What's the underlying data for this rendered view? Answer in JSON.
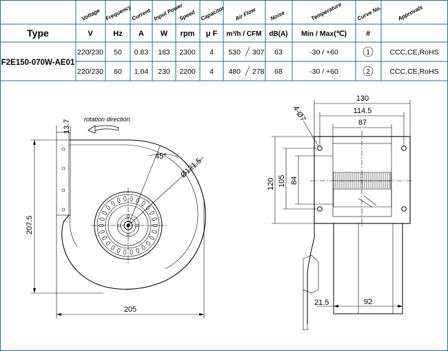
{
  "table": {
    "header_labels": {
      "voltage": "Voltage",
      "frequency": "Frequency",
      "current": "Current",
      "input_power": "Input Power",
      "speed": "Speed",
      "capacitor": "Capacitor",
      "air_flow": "Air Flow",
      "noise": "Noise",
      "temperature": "Temperature",
      "curve_no": "Curve No.",
      "approvals": "Approvals"
    },
    "units": {
      "type": "Type",
      "voltage": "V",
      "frequency": "Hz",
      "current": "A",
      "power": "W",
      "speed": "rpm",
      "capacitor": "μ F",
      "air_flow": "m³/h / CFM",
      "noise": "dB(A)",
      "temperature": "Min / Max(℃)",
      "curve": "#"
    },
    "model": "F2E150-070W-AE01",
    "rows": [
      {
        "voltage": "220/230",
        "frequency": "50",
        "current": "0.83",
        "power": "183",
        "speed": "2300",
        "capacitor": "4",
        "air_flow_m3h": "530",
        "air_flow_cfm": "307",
        "noise": "63",
        "temperature": "-30 / +60",
        "curve": "1",
        "approvals": "CCC,CE,RoHS"
      },
      {
        "voltage": "220/230",
        "frequency": "60",
        "current": "1.04",
        "power": "230",
        "speed": "2200",
        "capacitor": "4",
        "air_flow_m3h": "480",
        "air_flow_cfm": "278",
        "noise": "68",
        "temperature": "-30 / +60",
        "curve": "2",
        "approvals": "CCC,CE,RoHS"
      }
    ]
  },
  "front_view": {
    "rotation_label": "rotation direction",
    "dims": {
      "flange": "13.7",
      "angle": "45°",
      "diameter": "Ø121.5",
      "height": "207.5",
      "width": "205"
    }
  },
  "side_view": {
    "dims": {
      "holes": "4-Ø7",
      "w_outer": "130",
      "w_mid": "114.5",
      "w_inner": "87",
      "h_outer": "120",
      "h_mid": "105",
      "h_inner": "84",
      "offset": "21.5",
      "depth": "92"
    }
  },
  "colors": {
    "frame": "#1c6f86",
    "line": "#000000"
  }
}
